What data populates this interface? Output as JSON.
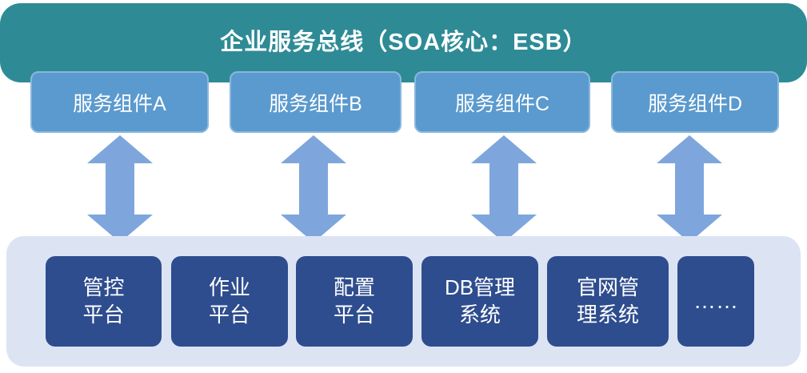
{
  "colors": {
    "bus_bg": "#2e8b96",
    "component_bg": "#5b9ace",
    "component_border": "#8ab7de",
    "arrow": "#7ea6dc",
    "platform_bg": "#dce4f4",
    "system_bg": "#2e4d8e",
    "text_light": "#ffffff"
  },
  "bus": {
    "title": "企业服务总线（SOA核心：ESB）"
  },
  "components": [
    "服务组件A",
    "服务组件B",
    "服务组件C",
    "服务组件D"
  ],
  "systems": [
    "管控\n平台",
    "作业\n平台",
    "配置\n平台",
    "DB管理\n系统",
    "官网管\n理系统",
    "……"
  ]
}
